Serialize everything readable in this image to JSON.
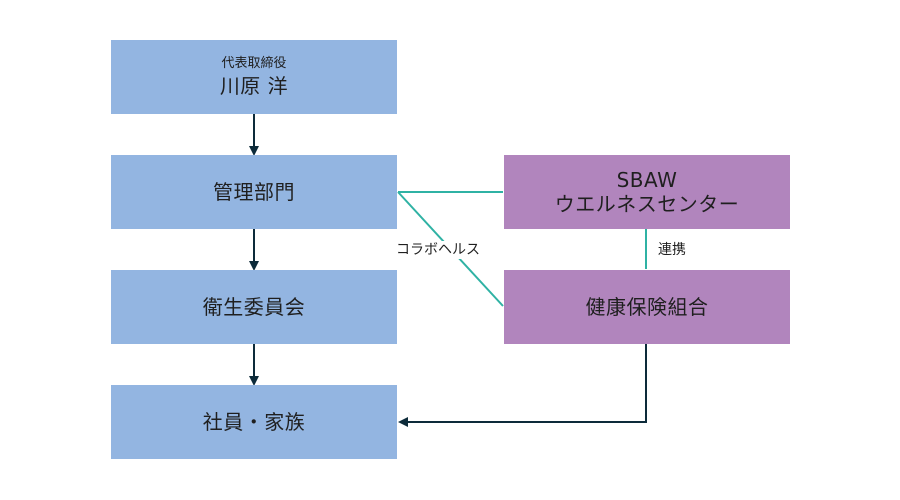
{
  "nodes": {
    "ceo": {
      "role": "代表取締役",
      "name": "川原 洋"
    },
    "management": {
      "label": "管理部門"
    },
    "health_committee": {
      "label": "衛生委員会"
    },
    "employees": {
      "label": "社員・家族"
    },
    "sbaw": {
      "line1": "SBAW",
      "line2": "ウエルネスセンター"
    },
    "insurance": {
      "label": "健康保険組合"
    }
  },
  "edge_labels": {
    "collabo": "コラボヘルス",
    "renkei": "連携"
  },
  "colors": {
    "blue_box": "#93b5e1",
    "purple_box": "#b185bd",
    "arrow": "#0d2b3a",
    "teal_line": "#2fb2a4"
  }
}
